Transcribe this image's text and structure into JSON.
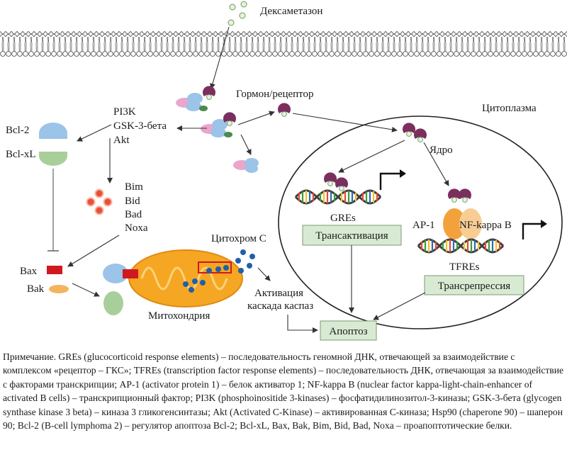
{
  "labels": {
    "dexamethasone": "Дексаметазон",
    "hormone_receptor": "Гормон/рецептор",
    "cytoplasm": "Цитоплазма",
    "nucleus": "Ядро",
    "pi3k": "PI3K",
    "gsk": "GSK-3-бета",
    "akt": "Akt",
    "bcl2": "Bcl-2",
    "bclxl": "Bcl-xL",
    "bim": "Bim",
    "bid": "Bid",
    "bad": "Bad",
    "noxa": "Noxa",
    "bax": "Bax",
    "bak": "Bak",
    "cytochrome_c": "Цитохром С",
    "caspase_line1": "Активация",
    "caspase_line2": "каскада каспаз",
    "mitochondria": "Митохондрия",
    "gres": "GREs",
    "ap1": "AP-1",
    "nfkb": "NF-kappa B",
    "tfres": "TFREs"
  },
  "boxes": {
    "transactivation": "Трансактивация",
    "transrepression": "Трансрепрессия",
    "apoptosis": "Апоптоз"
  },
  "colors": {
    "box_fill": "#d9ead3",
    "box_border": "#7a9a72",
    "receptor_blue": "#9cc3e8",
    "receptor_pink": "#e9a7cc",
    "receptor_green": "#a8cf9a",
    "hormone_purple": "#7b2f5f",
    "mito_orange": "#f5a623",
    "bax_red": "#d0181f",
    "bak_orange": "#f4b35d",
    "pro_apoptotic_red": "#e8503a",
    "cyto_c_blue": "#1f5fa8",
    "ap1_orange": "#f3a23b",
    "nfkb_peach": "#f8cd94",
    "dna_strand": "#3d3d3d"
  },
  "note": "Примечание. GREs (glucocorticoid response elements) – последовательность геномной ДНК, отвечающей за взаимодействие с комплексом «рецептор – ГКС»; TFREs (transcription factor response elements) – последовательность ДНК, отвечающая за взаимодействие с факторами транскрипции; AP-1 (activator protein 1) – белок активатор 1; NF-kappa B (nuclear factor kappa-light-chain-enhancer of activated B cells) – транскрипционный фактор; PI3K (phosphoinositide 3-kinases) – фосфатидилинозитол-3-киназы; GSK-3-бета (glycogen synthase kinase 3 beta) – киназа 3 гликогенсинтазы; Akt (Activated C-Kinase) – активированная С-киназа; Hsp90 (chaperone 90) – шаперон 90; Bcl-2 (B-cell lymphoma 2) – регулятор апоптоза Bcl-2; Bcl-xL, Bax, Bak, Bim, Bid, Bad, Noxa – проапоптотические белки."
}
